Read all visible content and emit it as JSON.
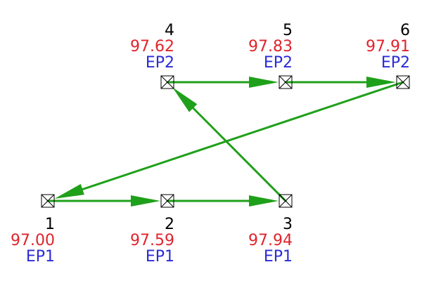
{
  "colors": {
    "edge": "#1fa01a",
    "marker": "#000000",
    "id_text": "#000000",
    "value_text": "#e0242c",
    "group_text": "#2b2bd6",
    "background": "#ffffff"
  },
  "points": [
    {
      "id": "1",
      "value": "97.00",
      "group": "EP1"
    },
    {
      "id": "2",
      "value": "97.59",
      "group": "EP1"
    },
    {
      "id": "3",
      "value": "97.94",
      "group": "EP1"
    },
    {
      "id": "4",
      "value": "97.62",
      "group": "EP2"
    },
    {
      "id": "5",
      "value": "97.83",
      "group": "EP2"
    },
    {
      "id": "6",
      "value": "97.91",
      "group": "EP2"
    }
  ],
  "edges": [
    {
      "from": "1",
      "to": "2"
    },
    {
      "from": "2",
      "to": "3"
    },
    {
      "from": "3",
      "to": "4"
    },
    {
      "from": "4",
      "to": "5"
    },
    {
      "from": "5",
      "to": "6"
    },
    {
      "from": "6",
      "to": "1"
    }
  ]
}
